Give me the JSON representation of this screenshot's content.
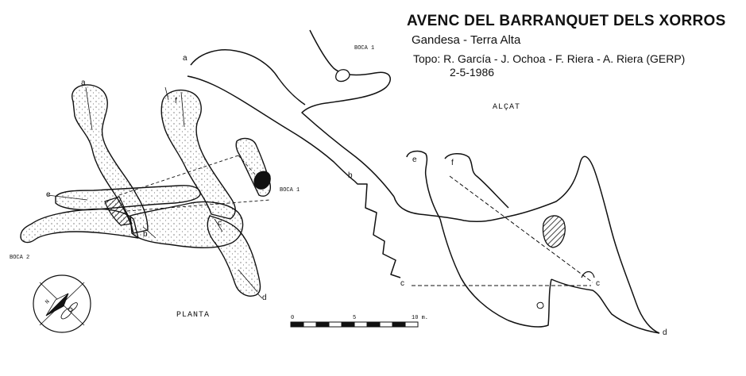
{
  "header": {
    "title": "AVENC DEL BARRANQUET DELS XORROS",
    "location": "Gandesa - Terra Alta",
    "surveyors": "Topo: R. García - J. Ochoa - F. Riera - A. Riera  (GERP)",
    "date": "2-5-1986"
  },
  "plan": {
    "label": "PLANTA",
    "entrance_2": "BOCA 2",
    "entrance_1": "BOCA 1",
    "sections": [
      "a",
      "b",
      "c",
      "d",
      "e",
      "f"
    ]
  },
  "elevation": {
    "label": "ALÇAT",
    "entrance_1": "BOCA 1",
    "sections": [
      "a",
      "b",
      "c",
      "c",
      "d",
      "e",
      "f"
    ]
  },
  "scale": {
    "labels": [
      "0",
      "5",
      "10 m."
    ]
  },
  "compass": {
    "north_label": "N"
  }
}
